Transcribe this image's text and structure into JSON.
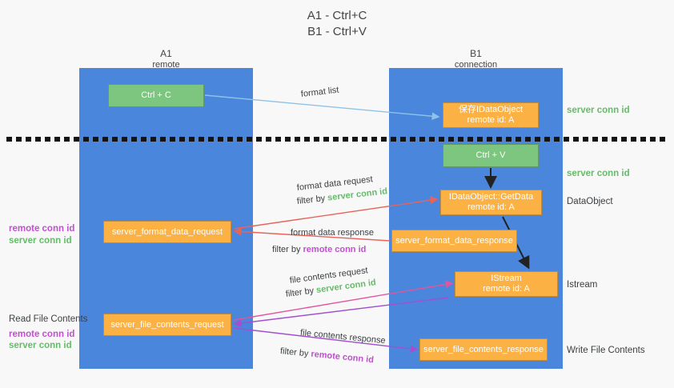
{
  "title": {
    "line1": "A1 - Ctrl+C",
    "line2": "B1 - Ctrl+V"
  },
  "columns": [
    {
      "name": "A1",
      "sub": "remote",
      "color": "#4a86dc"
    },
    {
      "name": "B1",
      "sub": "connection",
      "color": "#4a86dc"
    }
  ],
  "colors": {
    "column_blue": "#4a86dc",
    "box_green": "#7dc67f",
    "box_orange": "#fbb143",
    "server_conn_green": "#66bb6a",
    "remote_conn_purple": "#c14fd0",
    "arrow_blue": "#8ec3e8",
    "arrow_red": "#e8645a",
    "arrow_magenta": "#e0559e",
    "arrow_purple": "#a24fd0",
    "arrow_black": "#222222"
  },
  "nodes": {
    "ctrl_c": {
      "label": "Ctrl + C",
      "style": "green"
    },
    "idataobject": {
      "label": "保存IDataObject",
      "sub": "remote id: A",
      "style": "orange"
    },
    "ctrl_v": {
      "label": "Ctrl + V",
      "style": "green"
    },
    "getdata": {
      "label": "IDataObject::GetData",
      "sub": "remote id: A",
      "style": "orange"
    },
    "format_data_request": {
      "label": "server_format_data_request",
      "style": "orange"
    },
    "format_data_response": {
      "label": "server_format_data_response",
      "style": "orange"
    },
    "istream": {
      "label": "IStream",
      "sub": "remote id: A",
      "style": "orange"
    },
    "file_contents_request": {
      "label": "server_file_contents_request",
      "style": "orange"
    },
    "file_contents_response": {
      "label": "server_file_contents_response",
      "style": "orange"
    }
  },
  "right_labels": {
    "server_conn_id_top": "server conn id",
    "server_conn_id_second": "server conn id",
    "dataobject": "DataObject",
    "istream": "Istream",
    "write_file_contents": "Write File Contents"
  },
  "left_labels": {
    "remote_conn_id_1": "remote conn id",
    "server_conn_id_1": "server conn id",
    "read_file_contents": "Read File Contents",
    "remote_conn_id_2": "remote conn id",
    "server_conn_id_2": "server conn id"
  },
  "edges": {
    "format_list": "format list",
    "format_data_request": "format data request",
    "format_data_request_filter_prefix": "filter by ",
    "format_data_request_filter_value": "server conn id",
    "format_data_response": "format data response",
    "format_data_response_filter_prefix": "filter by ",
    "format_data_response_filter_value": "remote conn id",
    "file_contents_request": "file contents request",
    "file_contents_request_filter_prefix": "filter by ",
    "file_contents_request_filter_value": "server conn id",
    "file_contents_response": "file contents response",
    "file_contents_response_filter_prefix": "filter by ",
    "file_contents_response_filter_value": "remote conn id"
  }
}
